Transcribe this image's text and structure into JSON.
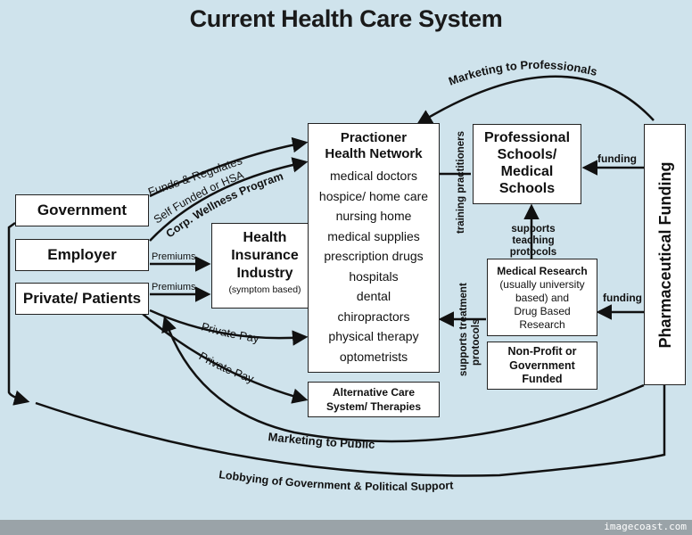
{
  "title": "Current Health Care System",
  "boxes": {
    "government": "Government",
    "employer": "Employer",
    "private_patients": "Private/ Patients",
    "health_insurance": [
      "Health",
      "Insurance",
      "Industry"
    ],
    "health_insurance_sub": "(symptom based)",
    "practitioner_title": [
      "Practioner",
      "Health Network"
    ],
    "practitioner_items": [
      "medical doctors",
      "hospice/ home care",
      "nursing home",
      "medical supplies",
      "prescription drugs",
      "hospitals",
      "dental",
      "chiropractors",
      "physical therapy",
      "optometrists"
    ],
    "alternative_care": [
      "Alternative Care",
      "System/ Therapies"
    ],
    "professional_schools": [
      "Professional",
      "Schools/",
      "Medical",
      "Schools"
    ],
    "medical_research_title": "Medical Research",
    "medical_research_lines": [
      "(usually university",
      "based) and",
      "Drug Based",
      "Research"
    ],
    "non_profit": [
      "Non-Profit or",
      "Government",
      "Funded"
    ],
    "pharmaceutical": "Pharmaceutical Funding"
  },
  "labels": {
    "funds_regulates": "Funds & Regulates",
    "self_funded_1": "Self Funded or HSA",
    "self_funded_2": "Corp. Wellness Program",
    "premiums_employer": "Premiums",
    "premiums_private": "Premiums",
    "private_pay_1": "Private Pay",
    "private_pay_2": "Private Pay",
    "marketing_professionals": "Marketing to Professionals",
    "marketing_public": "Marketing to Public",
    "lobbying": "Lobbying of Government & Political Support",
    "training_practitioners": "training practitioners",
    "supports_teaching": [
      "supports",
      "teaching",
      "protocols"
    ],
    "supports_treatment": [
      "supports treatment",
      "protocols"
    ],
    "funding_top": "funding",
    "funding_bottom": "funding"
  },
  "watermark": "imagecoast.com"
}
